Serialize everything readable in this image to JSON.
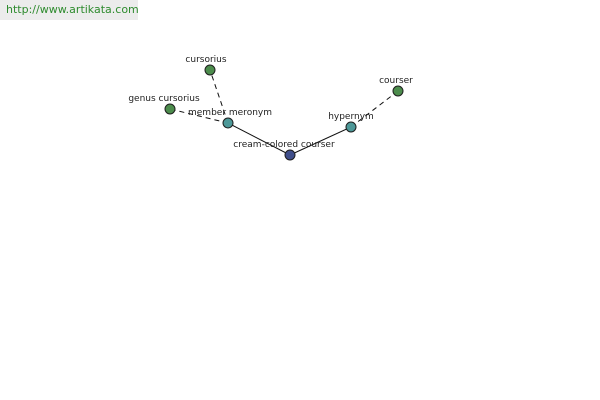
{
  "watermark": {
    "url": "http://www.artikata.com"
  },
  "colors": {
    "root_node": "#3f4e8a",
    "relation_node": "#4d9898",
    "leaf_node": "#4c8c4c",
    "watermark_text": "#2e8b2e"
  },
  "graph": {
    "nodes": [
      {
        "id": "root",
        "label": "cream-colored courser",
        "kind": "root"
      },
      {
        "id": "member_meronym",
        "label": "member meronym",
        "kind": "relation"
      },
      {
        "id": "hypernym",
        "label": "hypernym",
        "kind": "relation"
      },
      {
        "id": "cursorius",
        "label": "cursorius",
        "kind": "leaf"
      },
      {
        "id": "genus_cursorius",
        "label": "genus cursorius",
        "kind": "leaf"
      },
      {
        "id": "courser",
        "label": "courser",
        "kind": "leaf"
      }
    ],
    "edges": [
      {
        "from": "root",
        "to": "member_meronym",
        "style": "solid"
      },
      {
        "from": "root",
        "to": "hypernym",
        "style": "solid"
      },
      {
        "from": "member_meronym",
        "to": "cursorius",
        "style": "dashed"
      },
      {
        "from": "member_meronym",
        "to": "genus_cursorius",
        "style": "dashed"
      },
      {
        "from": "hypernym",
        "to": "courser",
        "style": "dashed"
      }
    ]
  }
}
